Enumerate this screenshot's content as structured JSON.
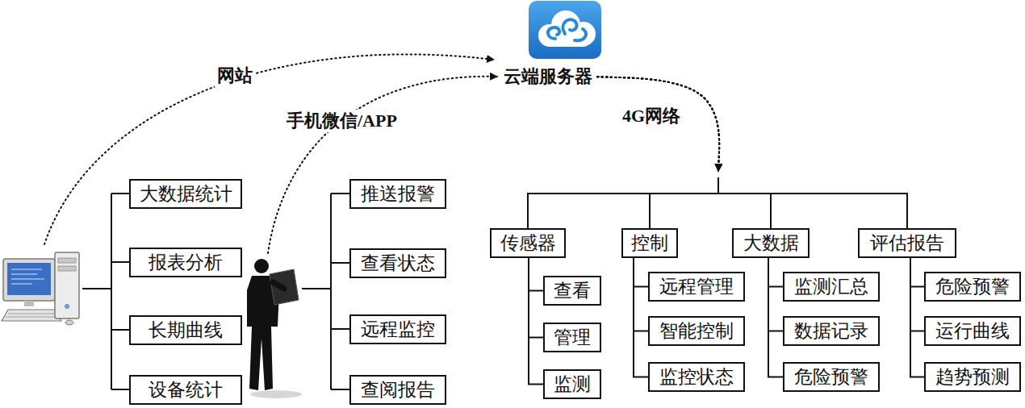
{
  "diagram": {
    "nodes": [
      {
        "text": [
          "云端服务器"
        ]
      },
      {
        "text": [
          "大数据统计"
        ]
      },
      {
        "text": [
          "报表分析"
        ]
      },
      {
        "text": [
          "长期曲线"
        ]
      },
      {
        "text": [
          "设备统计"
        ]
      },
      {
        "text": [
          "推送报警"
        ]
      },
      {
        "text": [
          "查看状态"
        ]
      },
      {
        "text": [
          "远程监控"
        ]
      },
      {
        "text": [
          "查阅报告"
        ]
      },
      {
        "text": [
          "传感器"
        ]
      },
      {
        "text": [
          "查看"
        ]
      },
      {
        "text": [
          "管理"
        ]
      },
      {
        "text": [
          "监测"
        ]
      },
      {
        "text": [
          "控制"
        ]
      },
      {
        "text": [
          "远程管理"
        ]
      },
      {
        "text": [
          "智能控制"
        ]
      },
      {
        "text": [
          "监控状态"
        ]
      },
      {
        "text": [
          "大数据"
        ]
      },
      {
        "text": [
          "监测汇总"
        ]
      },
      {
        "text": [
          "数据记录"
        ]
      },
      {
        "text": [
          "危险预警"
        ]
      },
      {
        "text": [
          "评估报告"
        ]
      },
      {
        "text": [
          "危险预警"
        ]
      },
      {
        "text": [
          "运行曲线"
        ]
      },
      {
        "text": [
          "趋势预测"
        ]
      }
    ],
    "edges": [
      {
        "from": 0,
        "to": 9,
        "arrow": "to",
        "label": "4G网络"
      },
      {
        "from": 0,
        "to": 13,
        "arrow": "to"
      },
      {
        "from": 0,
        "to": 17,
        "arrow": "to"
      },
      {
        "from": 0,
        "to": 21,
        "arrow": "to"
      },
      {
        "from": 9,
        "to": 10,
        "arrow": "none"
      },
      {
        "from": 9,
        "to": 11,
        "arrow": "none"
      },
      {
        "from": 9,
        "to": 12,
        "arrow": "none"
      },
      {
        "from": 13,
        "to": 14,
        "arrow": "none"
      },
      {
        "from": 13,
        "to": 15,
        "arrow": "none"
      },
      {
        "from": 13,
        "to": 16,
        "arrow": "none"
      },
      {
        "from": 17,
        "to": 18,
        "arrow": "none"
      },
      {
        "from": 17,
        "to": 19,
        "arrow": "none"
      },
      {
        "from": 17,
        "to": 20,
        "arrow": "none"
      },
      {
        "from": 21,
        "to": 22,
        "arrow": "none"
      },
      {
        "from": 21,
        "to": 23,
        "arrow": "none"
      },
      {
        "from": 21,
        "to": 24,
        "arrow": "none"
      }
    ],
    "labels": [
      "网站",
      "手机微信/APP"
    ]
  }
}
